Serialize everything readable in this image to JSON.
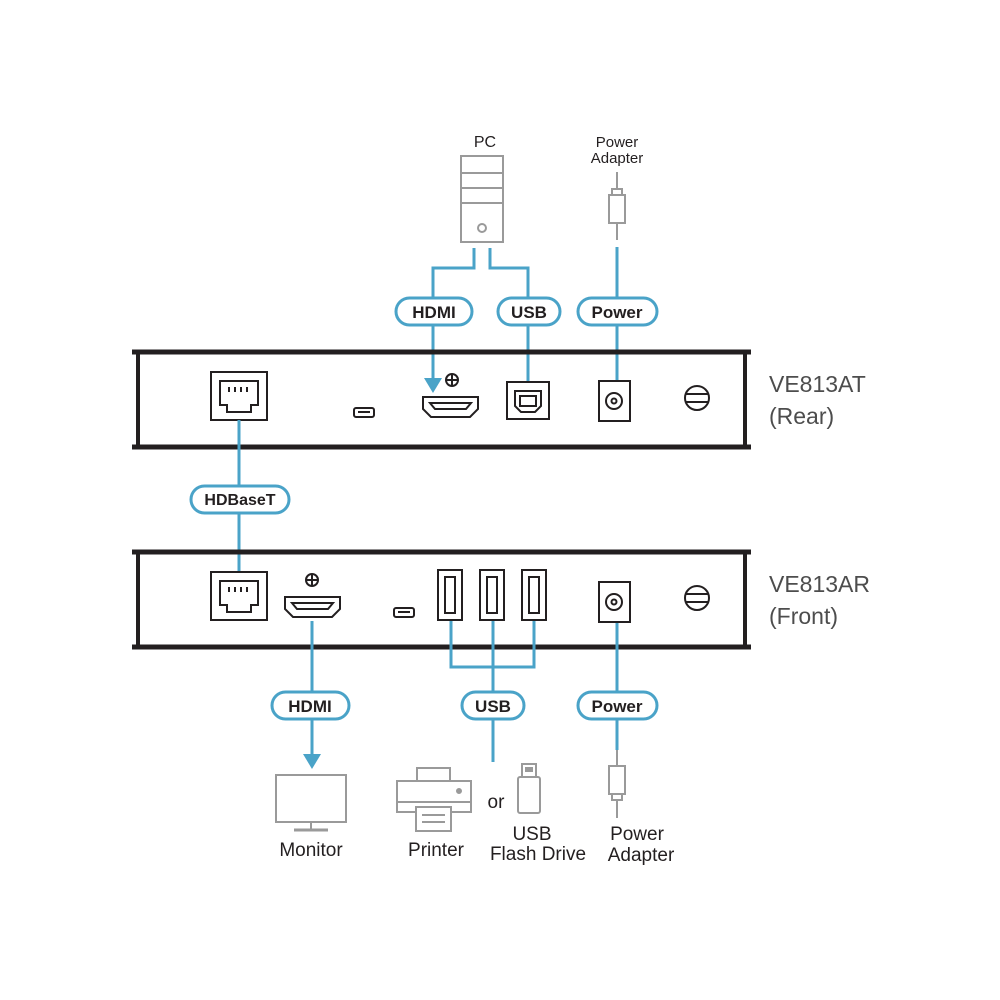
{
  "colors": {
    "cable": "#4aa3c8",
    "device": "#231f20",
    "icon": "#9a9a9a",
    "background": "#ffffff"
  },
  "top": {
    "pc_label": "PC",
    "power_adapter_label_line1": "Power",
    "power_adapter_label_line2": "Adapter",
    "pills": {
      "hdmi": "HDMI",
      "usb": "USB",
      "power": "Power"
    }
  },
  "transmitter": {
    "model": "VE813AT",
    "side": "(Rear)",
    "ports": [
      "rj45-port",
      "micro-usb-port",
      "hdmi-port",
      "usb-b-port",
      "dc-power-jack",
      "ground-screw"
    ]
  },
  "link": {
    "pill": "HDBaseT"
  },
  "receiver": {
    "model": "VE813AR",
    "side": "(Front)",
    "ports": [
      "rj45-port",
      "hdmi-port",
      "micro-usb-port",
      "usb-a-port",
      "usb-a-port",
      "usb-a-port",
      "dc-power-jack",
      "ground-screw"
    ]
  },
  "bottom": {
    "pills": {
      "hdmi": "HDMI",
      "usb": "USB",
      "power": "Power"
    },
    "monitor_label": "Monitor",
    "printer_label": "Printer",
    "or_label": "or",
    "flash_label_line1": "USB",
    "flash_label_line2": "Flash Drive",
    "power_adapter_label_line1": "Power",
    "power_adapter_label_line2": "Adapter"
  },
  "icons": [
    "pc-tower-icon",
    "power-plug-icon",
    "monitor-icon",
    "printer-icon",
    "usb-flash-drive-icon"
  ]
}
